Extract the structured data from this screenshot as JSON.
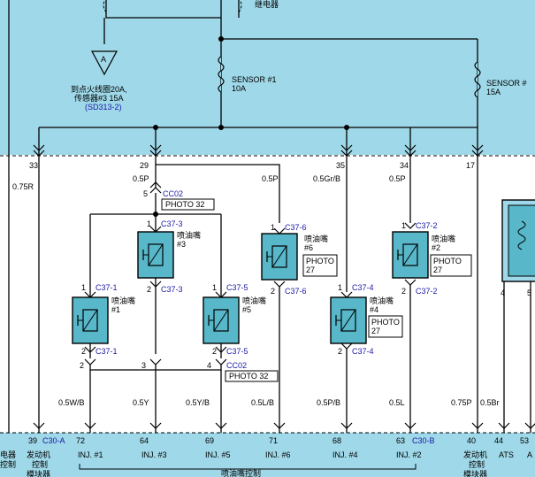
{
  "top": {
    "relay_label": "继电器",
    "sensor1_name": "SENSOR #1",
    "sensor1_rating": "10A",
    "sensor2_name": "SENSOR #",
    "sensor2_rating": "15A",
    "note_line1": "到点火线圈20A,",
    "note_line2": "传感器#3 15A",
    "note_ref": "(SD313-2)",
    "connector_letter": "A"
  },
  "pins_top": {
    "p33": "33",
    "p29": "29",
    "p35": "35",
    "p34": "34",
    "p17": "17"
  },
  "wires": {
    "w075r": "0.75R",
    "w05p_a": "0.5P",
    "w05p_b": "0.5P",
    "w05grb": "0.5Gr/B",
    "w05p_c": "0.5P",
    "w05wb": "0.5W/B",
    "w05y": "0.5Y",
    "w05yb": "0.5Y/B",
    "w05lb": "0.5L/B",
    "w05pb": "0.5P/B",
    "w05l": "0.5L",
    "w075p": "0.75P",
    "w05br": "0.5Br"
  },
  "splice": {
    "cc02_top": "CC02",
    "cc02_bot": "CC02",
    "photo_top": "PHOTO 32",
    "photo_bot": "PHOTO 32",
    "n1": "1",
    "n2": "2",
    "n3": "3",
    "n4": "4",
    "n5": "5"
  },
  "injectors": [
    {
      "name": "喷油嘴",
      "num": "#1",
      "c_top": "C37-1",
      "c_bot": "C37-1",
      "photo1": "",
      "photo2": ""
    },
    {
      "name": "喷油嘴",
      "num": "#3",
      "c_top": "C37-3",
      "c_bot": "C37-3",
      "photo1": "",
      "photo2": ""
    },
    {
      "name": "喷油嘴",
      "num": "#5",
      "c_top": "C37-5",
      "c_bot": "C37-5",
      "photo1": "",
      "photo2": ""
    },
    {
      "name": "喷油嘴",
      "num": "#6",
      "c_top": "C37-6",
      "c_bot": "C37-6",
      "photo1": "PHOTO",
      "photo2": "27"
    },
    {
      "name": "喷油嘴",
      "num": "#4",
      "c_top": "C37-4",
      "c_bot": "C37-4",
      "photo1": "PHOTO",
      "photo2": "27"
    },
    {
      "name": "喷油嘴",
      "num": "#2",
      "c_top": "C37-2",
      "c_bot": "C37-2",
      "photo1": "PHOTO",
      "photo2": "27"
    }
  ],
  "pin_one": "1",
  "pin_two": "2",
  "pins_bottom": {
    "p39": "39",
    "p72": "72",
    "p64": "64",
    "p69": "69",
    "p71": "71",
    "p68": "68",
    "p63": "63",
    "p40": "40",
    "p44": "44",
    "p53": "53",
    "p4": "4",
    "p5": "5"
  },
  "connectors": {
    "c30a": "C30-A",
    "c30b": "C30-B"
  },
  "bottom": {
    "inj1": "INJ. #1",
    "inj3": "INJ. #3",
    "inj5": "INJ. #5",
    "inj6": "INJ. #6",
    "inj4": "INJ. #4",
    "inj2": "INJ. #2",
    "ats": "ATS",
    "left_l1": "电器",
    "left_l2": "控制",
    "ecm_l1": "发动机",
    "ecm_l2": "控制",
    "ecm_l3": "模块器",
    "ecm2_l1": "发动机",
    "ecm2_l2": "控制",
    "ecm2_l3": "模块器",
    "right_l1": "A",
    "group_label": "喷油嘴控制"
  },
  "colors": {
    "module_bg": "#9fd8e8",
    "injector_fill": "#58b7c9",
    "wire": "#000000",
    "connector_text": "#1a1aa6"
  }
}
